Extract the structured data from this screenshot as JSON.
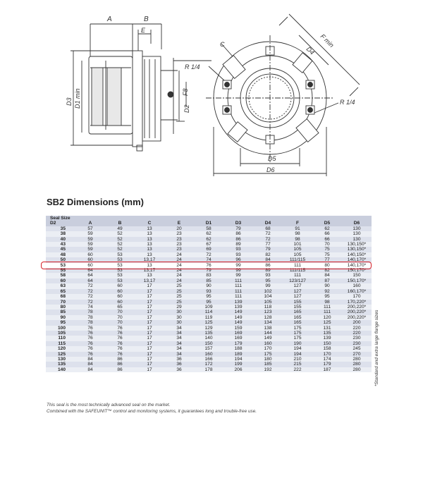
{
  "drawing": {
    "labels": {
      "A": "A",
      "B": "B",
      "E": "E",
      "C": "C",
      "R_left": "R 1/4",
      "F8": "F8",
      "D3": "D3",
      "D1_min": "D1 min",
      "D2": "D2",
      "D4": "D4",
      "F_min": "F min",
      "R_right": "R 1/4",
      "D5": "D5",
      "D6": "D6"
    }
  },
  "section_title": "SB2 Dimensions (mm)",
  "table": {
    "header_group": "Seal Size",
    "columns": [
      "D2",
      "A",
      "B",
      "C",
      "E",
      "D1",
      "D3",
      "D4",
      "F",
      "D5",
      "D6"
    ],
    "rows": [
      [
        "35",
        "57",
        "49",
        "13",
        "20",
        "58",
        "79",
        "68",
        "91",
        "62",
        "130"
      ],
      [
        "38",
        "59",
        "52",
        "13",
        "23",
        "62",
        "86",
        "72",
        "98",
        "66",
        "130"
      ],
      [
        "40",
        "59",
        "52",
        "13",
        "23",
        "62",
        "86",
        "72",
        "98",
        "66",
        "130"
      ],
      [
        "43",
        "59",
        "52",
        "13",
        "23",
        "67",
        "89",
        "77",
        "101",
        "70",
        "130,150*"
      ],
      [
        "45",
        "59",
        "52",
        "13",
        "23",
        "69",
        "93",
        "79",
        "105",
        "75",
        "130,150*"
      ],
      [
        "48",
        "60",
        "53",
        "13",
        "24",
        "72",
        "93",
        "82",
        "105",
        "75",
        "140,150*"
      ],
      [
        "50",
        "60",
        "53",
        "13,17",
        "24",
        "74",
        "96",
        "84",
        "111/115",
        "77",
        "140,170*"
      ],
      [
        "53",
        "60",
        "53",
        "13",
        "24",
        "76",
        "99",
        "86",
        "111",
        "80",
        "140,170*"
      ],
      [
        "55",
        "64",
        "53",
        "13,17",
        "24",
        "79",
        "99",
        "89",
        "111/115",
        "82",
        "150,170*"
      ],
      [
        "58",
        "64",
        "53",
        "13",
        "24",
        "83",
        "99",
        "93",
        "111",
        "84",
        "150"
      ],
      [
        "60",
        "64",
        "53",
        "13,17",
        "24",
        "85",
        "111",
        "95",
        "123/127",
        "87",
        "150,170*"
      ],
      [
        "63",
        "72",
        "60",
        "17",
        "25",
        "90",
        "111",
        "99",
        "127",
        "90",
        "160"
      ],
      [
        "65",
        "72",
        "60",
        "17",
        "25",
        "93",
        "111",
        "102",
        "127",
        "92",
        "160,170*"
      ],
      [
        "68",
        "72",
        "60",
        "17",
        "25",
        "95",
        "111",
        "104",
        "127",
        "95",
        "170"
      ],
      [
        "70",
        "72",
        "60",
        "17",
        "25",
        "95",
        "139",
        "105",
        "155",
        "98",
        "170,220*"
      ],
      [
        "80",
        "74",
        "65",
        "17",
        "29",
        "109",
        "139",
        "118",
        "155",
        "111",
        "200,220*"
      ],
      [
        "85",
        "78",
        "70",
        "17",
        "30",
        "114",
        "149",
        "123",
        "165",
        "111",
        "200,220*"
      ],
      [
        "90",
        "78",
        "70",
        "17",
        "30",
        "119",
        "149",
        "128",
        "165",
        "120",
        "200,220*"
      ],
      [
        "95",
        "78",
        "70",
        "17",
        "30",
        "125",
        "149",
        "134",
        "165",
        "125",
        "200"
      ],
      [
        "100",
        "76",
        "76",
        "17",
        "34",
        "129",
        "159",
        "138",
        "175",
        "131",
        "220"
      ],
      [
        "105",
        "76",
        "76",
        "17",
        "34",
        "135",
        "169",
        "144",
        "175",
        "135",
        "220"
      ],
      [
        "110",
        "76",
        "76",
        "17",
        "34",
        "140",
        "169",
        "149",
        "175",
        "139",
        "230"
      ],
      [
        "115",
        "76",
        "76",
        "17",
        "34",
        "150",
        "179",
        "160",
        "190",
        "150",
        "230"
      ],
      [
        "120",
        "76",
        "76",
        "17",
        "34",
        "157",
        "188",
        "170",
        "194",
        "158",
        "245"
      ],
      [
        "125",
        "76",
        "76",
        "17",
        "34",
        "160",
        "189",
        "175",
        "194",
        "170",
        "270"
      ],
      [
        "130",
        "84",
        "86",
        "17",
        "36",
        "166",
        "194",
        "180",
        "210",
        "174",
        "280"
      ],
      [
        "135",
        "84",
        "86",
        "17",
        "36",
        "172",
        "199",
        "185",
        "215",
        "179",
        "280"
      ],
      [
        "140",
        "84",
        "86",
        "17",
        "36",
        "178",
        "206",
        "192",
        "222",
        "187",
        "280"
      ]
    ],
    "highlighted_size": "53"
  },
  "side_note": "*Standard and extra large flange sizes",
  "footnotes": [
    "This seal is the most technically advanced seal on the market.",
    "Combined with the SAFEUNIT™ control and monitoring systems, it guarantees long and trouble-free use."
  ],
  "colors": {
    "highlight": "#d51f26",
    "row_odd": "#dde1ec",
    "row_even": "#ebeef4",
    "header": "#c9cedd"
  }
}
